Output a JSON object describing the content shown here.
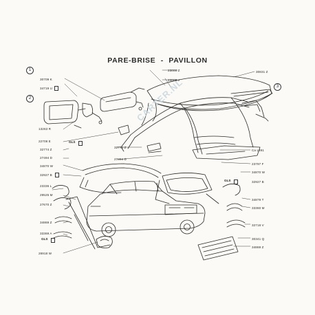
{
  "title": {
    "left": "PARE-BRISE",
    "separator": "-",
    "right": "PAVILLON"
  },
  "callouts": [
    "1",
    "2",
    "3"
  ],
  "watermark": "CARTER.NL",
  "labels": {
    "l1": "30709 K",
    "l2": "34719 U",
    "l3": "13263 R",
    "l4": "22708 E",
    "l5": "32774 Z",
    "l6": "27494 D",
    "l7": "34870 W",
    "l8": "32927 B",
    "l9": "23336 L",
    "l10": "29525 M",
    "l11": "27670 Z",
    "l12": "34869 Z",
    "l13": "33369 A",
    "l14": "26918 W",
    "r1": "30831 Z",
    "r2": "23000 Z",
    "r3": "23005 J",
    "r4": "Ca L461",
    "r5": "23797 F",
    "r6": "34870 W",
    "r7": "32927 B",
    "r8": "34879 T",
    "r9": "33360 M",
    "r10": "32718 V",
    "r11": "30341 Q",
    "r12": "34869 Z",
    "m1": "32774 Z",
    "m2": "27494 D",
    "gls1": "GLS",
    "gls2": "GLS",
    "gls3": "GLS"
  },
  "colors": {
    "ink": "#2a2a2a",
    "paper": "#fbfaf6",
    "watermark": "#c8d6df"
  }
}
